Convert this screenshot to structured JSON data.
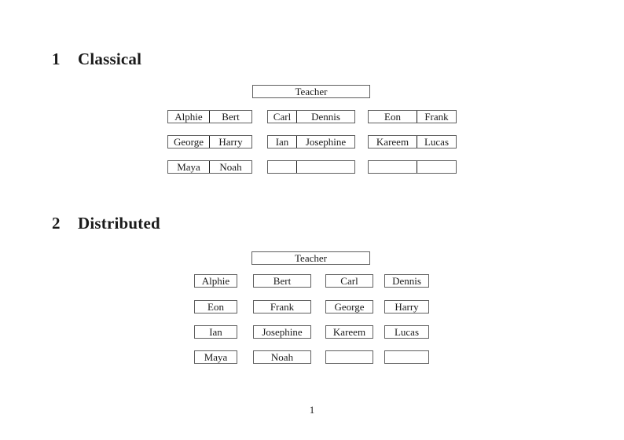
{
  "page_number": "1",
  "classical": {
    "heading_number": "1",
    "heading_title": "Classical",
    "teacher_label": "Teacher",
    "groups": [
      {
        "rows": [
          [
            "Alphie",
            "Bert"
          ],
          [
            "George",
            "Harry"
          ],
          [
            "Maya",
            "Noah"
          ]
        ]
      },
      {
        "rows": [
          [
            "Carl",
            "Dennis"
          ],
          [
            "Ian",
            "Josephine"
          ],
          [
            "",
            ""
          ]
        ]
      },
      {
        "rows": [
          [
            "Eon",
            "Frank"
          ],
          [
            "Kareem",
            "Lucas"
          ],
          [
            "",
            ""
          ]
        ]
      }
    ]
  },
  "distributed": {
    "heading_number": "2",
    "heading_title": "Distributed",
    "teacher_label": "Teacher",
    "rows": [
      [
        "Alphie",
        "Bert",
        "Carl",
        "Dennis"
      ],
      [
        "Eon",
        "Frank",
        "George",
        "Harry"
      ],
      [
        "Ian",
        "Josephine",
        "Kareem",
        "Lucas"
      ],
      [
        "Maya",
        "Noah",
        "",
        ""
      ]
    ]
  }
}
